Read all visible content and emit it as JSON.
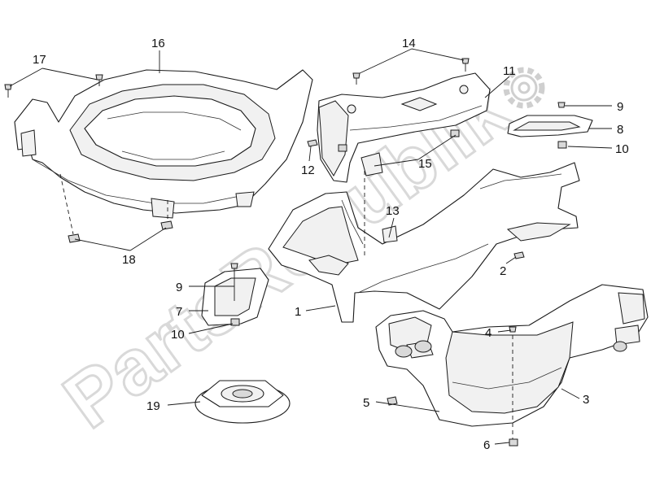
{
  "watermark": {
    "text": "PartsRepublik"
  },
  "callouts": {
    "c1": "1",
    "c2": "2",
    "c3": "3",
    "c4": "4",
    "c5": "5",
    "c6": "6",
    "c7": "7",
    "c8": "8",
    "c9a": "9",
    "c9b": "9",
    "c10a": "10",
    "c10b": "10",
    "c11": "11",
    "c12": "12",
    "c13": "13",
    "c14": "14",
    "c15": "15",
    "c16": "16",
    "c17": "17",
    "c18": "18",
    "c19": "19"
  },
  "icons": {
    "logo": "gear-icon"
  },
  "colors": {
    "line": "#1a1a1a",
    "watermark": "#d9d9d9",
    "background": "#ffffff"
  }
}
